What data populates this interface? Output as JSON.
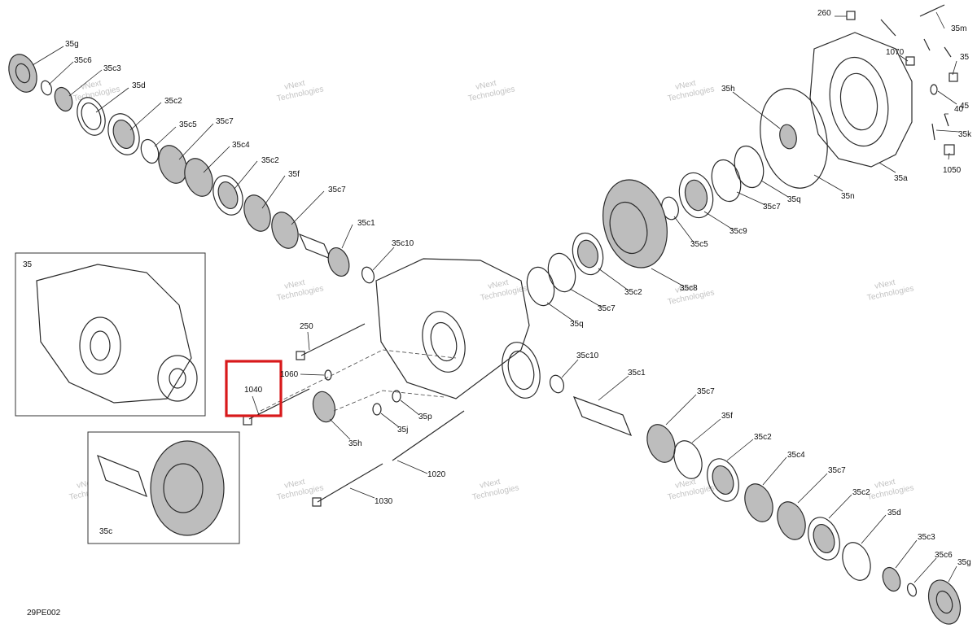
{
  "diagram_code": "29PE002",
  "highlight": {
    "label": "1040",
    "color": "#d8191b"
  },
  "inset_assembly_label": "35",
  "inset_gearset_label": "35c",
  "watermark": {
    "line1": "vNext",
    "line2": "Technologies"
  },
  "callouts": {
    "top_left": [
      "35g",
      "35c6",
      "35c3",
      "35d",
      "35c2",
      "35c5",
      "35c7",
      "35c4",
      "35c2",
      "35f",
      "35c7",
      "35c1",
      "35c10"
    ],
    "top_right": [
      "260",
      "35m",
      "1070",
      "35",
      "45",
      "35h",
      "40",
      "35k",
      "1050",
      "35a",
      "35n",
      "35q",
      "35c7",
      "35c9",
      "35c5",
      "35c2",
      "35c8",
      "35c7",
      "35q"
    ],
    "middle": [
      "250",
      "1060",
      "35h",
      "35p",
      "35j",
      "1020",
      "1030"
    ],
    "bottom_right": [
      "35c10",
      "35c1",
      "35c7",
      "35f",
      "35c2",
      "35c4",
      "35c7",
      "35c2",
      "35d",
      "35c3",
      "35c6",
      "35g"
    ]
  }
}
